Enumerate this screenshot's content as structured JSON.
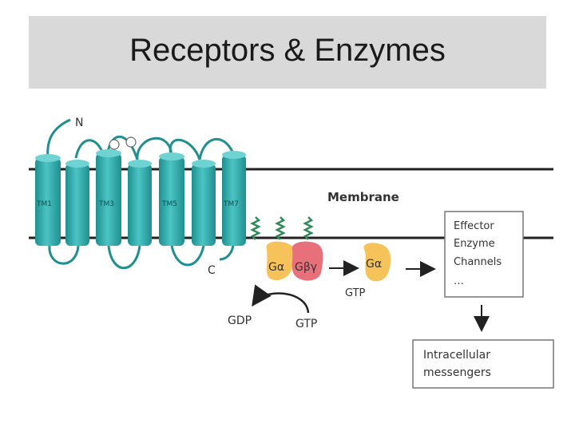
{
  "slide": {
    "title": "Receptors & Enzymes"
  },
  "diagram": {
    "n_terminus": "N",
    "c_terminus": "C",
    "helices": [
      "TM1",
      "TM3",
      "TM5",
      "TM7"
    ],
    "membrane": "Membrane",
    "g_alpha": "Gα",
    "g_beta_gamma": "Gβγ",
    "g_alpha_free": "Gα",
    "gtp_below_alpha": "GTP",
    "gdp": "GDP",
    "gtp_cycle": "GTP",
    "effector_lines": [
      "Effector",
      "Enzyme",
      "Channels",
      "…"
    ],
    "messenger_lines": [
      "Intracellular",
      "messengers"
    ]
  },
  "colors": {
    "helix": "#3bb3b3",
    "helix_dark": "#1f8f8f",
    "g_alpha": "#f6c25a",
    "g_beta_gamma": "#e8707a",
    "lipid": "#2f8a5a",
    "title_bar": "#d9d9d9"
  }
}
